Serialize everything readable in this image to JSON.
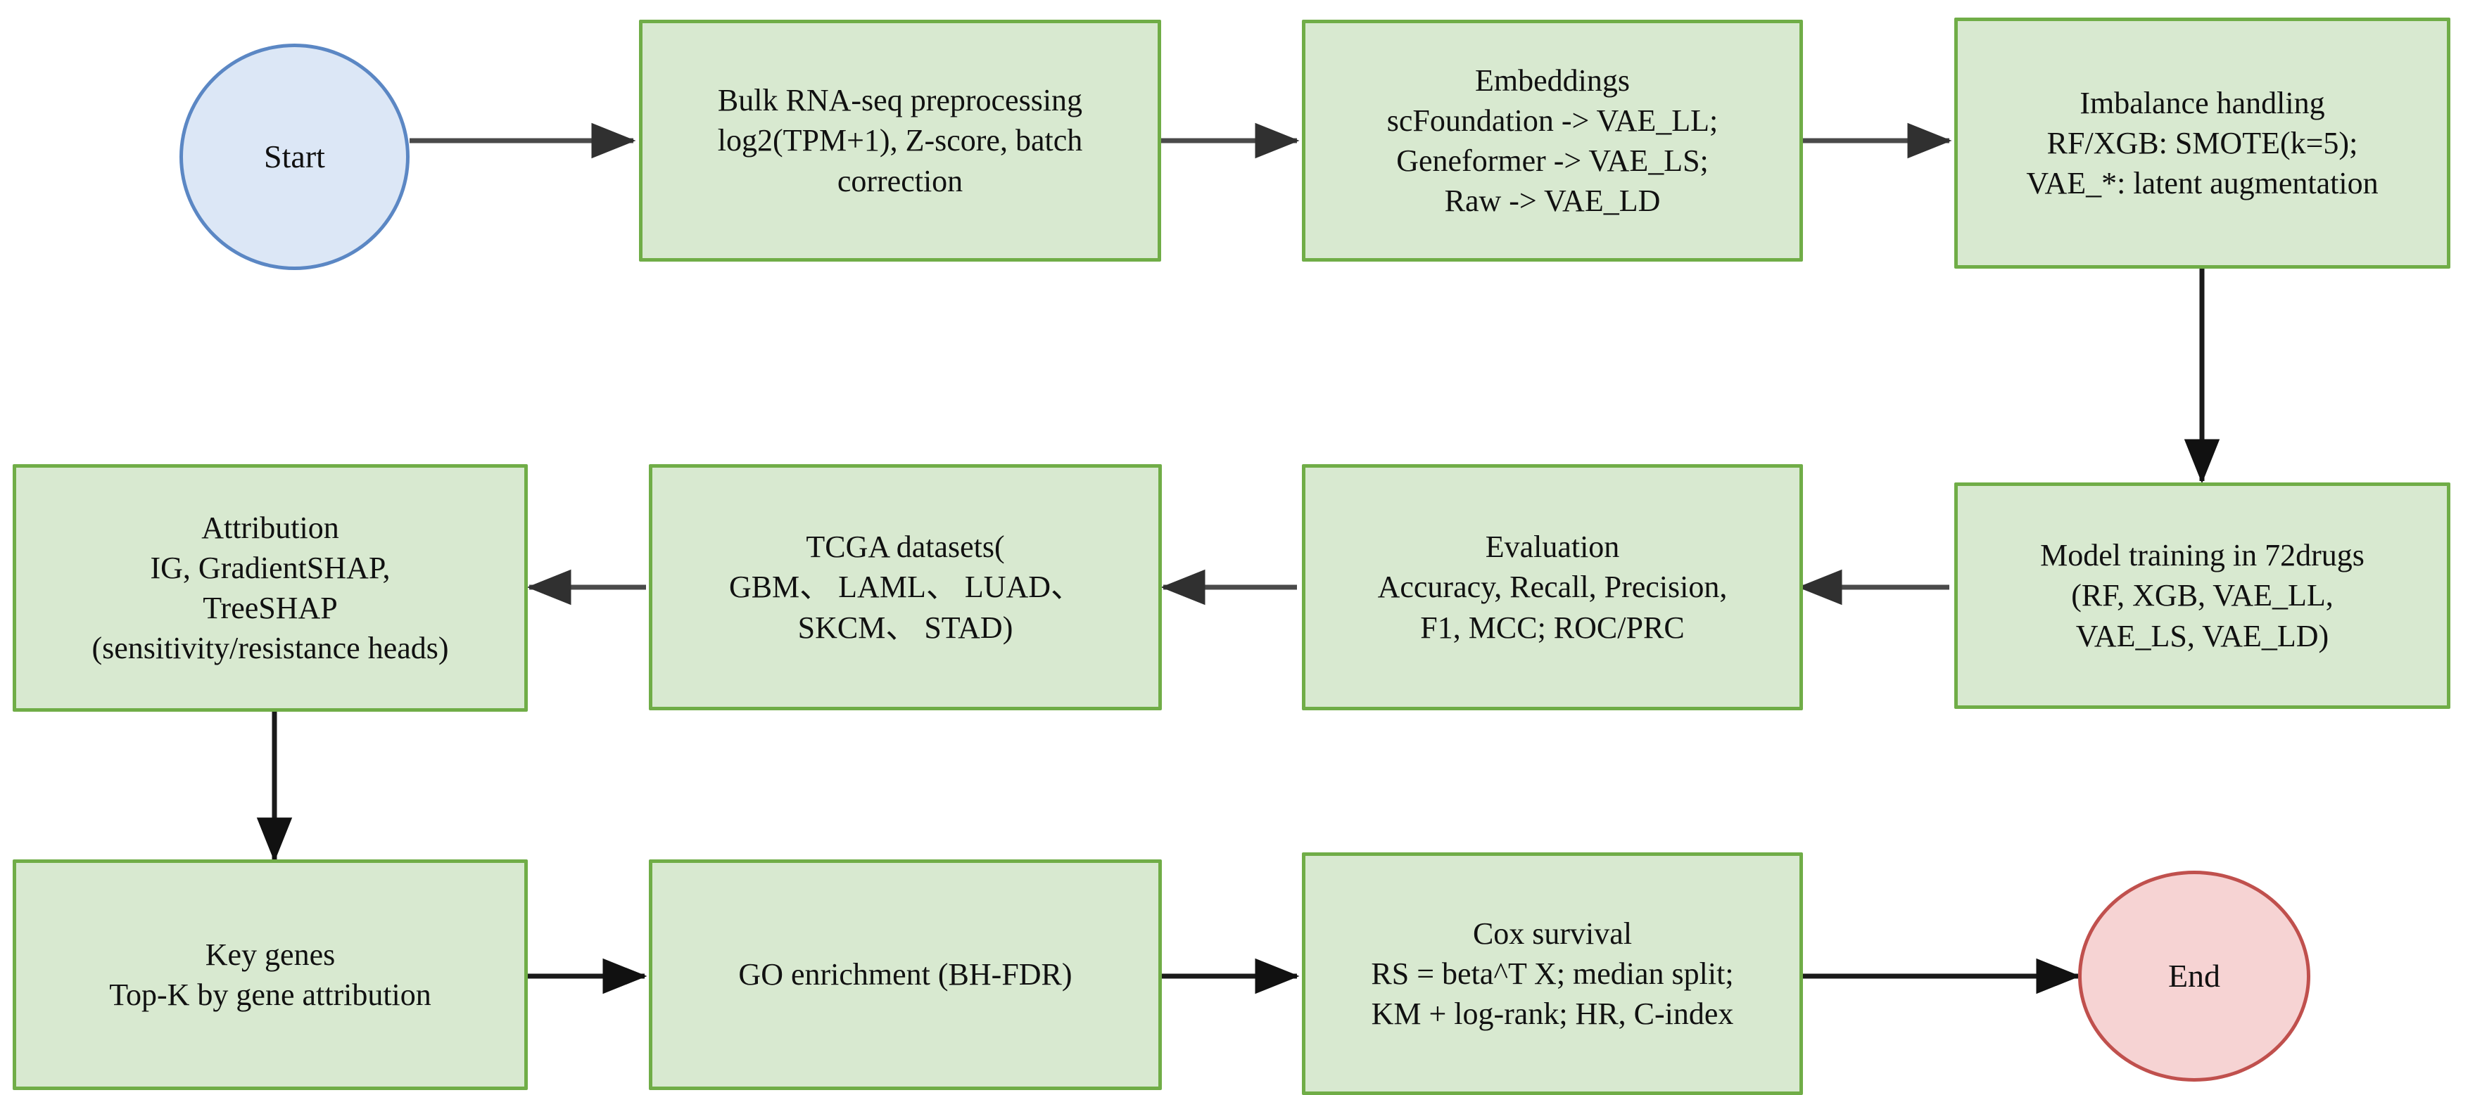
{
  "diagram": {
    "title": "Drug response prediction analysis pipeline flowchart",
    "colors": {
      "process_fill": "#d8e9d0",
      "process_border": "#70ad47",
      "start_fill": "#dce7f6",
      "start_border": "#5b87c4",
      "end_fill": "#f6d3d3",
      "end_border": "#c0504d",
      "arrow": "#4a4a4a",
      "text": "#111111",
      "background": "#ffffff"
    },
    "nodes": {
      "start": {
        "label": "Start",
        "shape": "ellipse",
        "type": "terminator"
      },
      "preprocessing": {
        "label": "Bulk RNA-seq preprocessing\nlog2(TPM+1), Z-score, batch\ncorrection",
        "shape": "rectangle",
        "type": "process"
      },
      "embeddings": {
        "label": "Embeddings\nscFoundation -> VAE_LL;\nGeneformer -> VAE_LS;\nRaw -> VAE_LD",
        "shape": "rectangle",
        "type": "process"
      },
      "imbalance": {
        "label": "Imbalance handling\nRF/XGB: SMOTE(k=5);\nVAE_*: latent augmentation",
        "shape": "rectangle",
        "type": "process"
      },
      "model_training": {
        "label": "Model training in 72drugs\n(RF, XGB, VAE_LL,\nVAE_LS, VAE_LD)",
        "shape": "rectangle",
        "type": "process"
      },
      "evaluation": {
        "label": "Evaluation\nAccuracy, Recall, Precision,\nF1, MCC; ROC/PRC",
        "shape": "rectangle",
        "type": "process"
      },
      "tcga": {
        "label": "TCGA datasets(\nGBM、 LAML、 LUAD、\nSKCM、 STAD)",
        "shape": "rectangle",
        "type": "process"
      },
      "attribution": {
        "label": "Attribution\nIG, GradientSHAP,\nTreeSHAP\n(sensitivity/resistance heads)",
        "shape": "rectangle",
        "type": "process"
      },
      "key_genes": {
        "label": "Key genes\nTop-K by gene attribution",
        "shape": "rectangle",
        "type": "process"
      },
      "go_enrichment": {
        "label": "GO enrichment (BH-FDR)",
        "shape": "rectangle",
        "type": "process"
      },
      "cox_survival": {
        "label": "Cox survival\nRS = beta^T X; median split;\nKM + log-rank; HR, C-index",
        "shape": "rectangle",
        "type": "process"
      },
      "end": {
        "label": "End",
        "shape": "ellipse",
        "type": "terminator"
      }
    },
    "edges": [
      {
        "from": "start",
        "to": "preprocessing",
        "direction": "right"
      },
      {
        "from": "preprocessing",
        "to": "embeddings",
        "direction": "right"
      },
      {
        "from": "embeddings",
        "to": "imbalance",
        "direction": "right"
      },
      {
        "from": "imbalance",
        "to": "model_training",
        "direction": "down"
      },
      {
        "from": "model_training",
        "to": "evaluation",
        "direction": "left"
      },
      {
        "from": "evaluation",
        "to": "tcga",
        "direction": "left"
      },
      {
        "from": "tcga",
        "to": "attribution",
        "direction": "left"
      },
      {
        "from": "attribution",
        "to": "key_genes",
        "direction": "down"
      },
      {
        "from": "key_genes",
        "to": "go_enrichment",
        "direction": "right"
      },
      {
        "from": "go_enrichment",
        "to": "cox_survival",
        "direction": "right"
      },
      {
        "from": "cox_survival",
        "to": "end",
        "direction": "right"
      }
    ]
  }
}
